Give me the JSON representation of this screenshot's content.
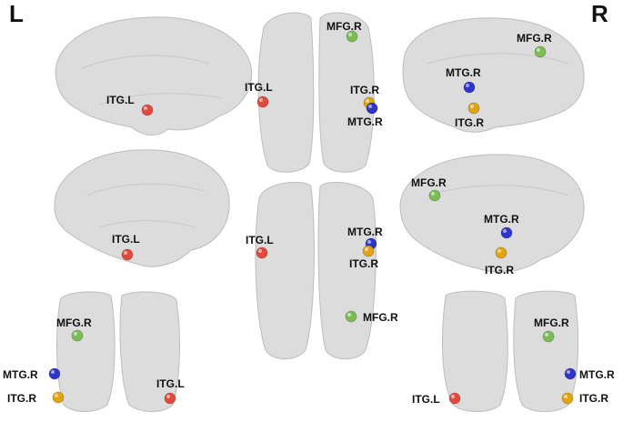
{
  "labels": {
    "left": "L",
    "right": "R"
  },
  "colors": {
    "ITG.L": "#e04a3c",
    "MFG.R": "#7cbc55",
    "MTG.R": "#2d36c8",
    "ITG.R": "#e1a40f"
  },
  "views": [
    {
      "id": "left-lateral",
      "nodes": [
        {
          "region": "ITG.L",
          "label": "ITG.L"
        }
      ]
    },
    {
      "id": "left-medial",
      "nodes": [
        {
          "region": "ITG.L",
          "label": "ITG.L"
        }
      ]
    },
    {
      "id": "left-anterior",
      "nodes": [
        {
          "region": "MFG.R",
          "label": "MFG.R"
        },
        {
          "region": "MTG.R",
          "label": "MTG.R"
        },
        {
          "region": "ITG.R",
          "label": "ITG.R"
        },
        {
          "region": "ITG.L",
          "label": "ITG.L"
        }
      ]
    },
    {
      "id": "dorsal",
      "nodes": [
        {
          "region": "MFG.R",
          "label": "MFG.R"
        },
        {
          "region": "ITG.L",
          "label": "ITG.L"
        },
        {
          "region": "ITG.R",
          "label": "ITG.R"
        },
        {
          "region": "MTG.R",
          "label": "MTG.R"
        }
      ]
    },
    {
      "id": "ventral",
      "nodes": [
        {
          "region": "ITG.L",
          "label": "ITG.L"
        },
        {
          "region": "MTG.R",
          "label": "MTG.R"
        },
        {
          "region": "ITG.R",
          "label": "ITG.R"
        },
        {
          "region": "MFG.R",
          "label": "MFG.R"
        }
      ]
    },
    {
      "id": "right-lateral",
      "nodes": [
        {
          "region": "MFG.R",
          "label": "MFG.R"
        },
        {
          "region": "MTG.R",
          "label": "MTG.R"
        },
        {
          "region": "ITG.R",
          "label": "ITG.R"
        }
      ]
    },
    {
      "id": "right-medial",
      "nodes": [
        {
          "region": "MFG.R",
          "label": "MFG.R"
        },
        {
          "region": "MTG.R",
          "label": "MTG.R"
        },
        {
          "region": "ITG.R",
          "label": "ITG.R"
        }
      ]
    },
    {
      "id": "right-posterior",
      "nodes": [
        {
          "region": "MFG.R",
          "label": "MFG.R"
        },
        {
          "region": "MTG.R",
          "label": "MTG.R"
        },
        {
          "region": "ITG.L",
          "label": "ITG.L"
        },
        {
          "region": "ITG.R",
          "label": "ITG.R"
        }
      ]
    }
  ]
}
